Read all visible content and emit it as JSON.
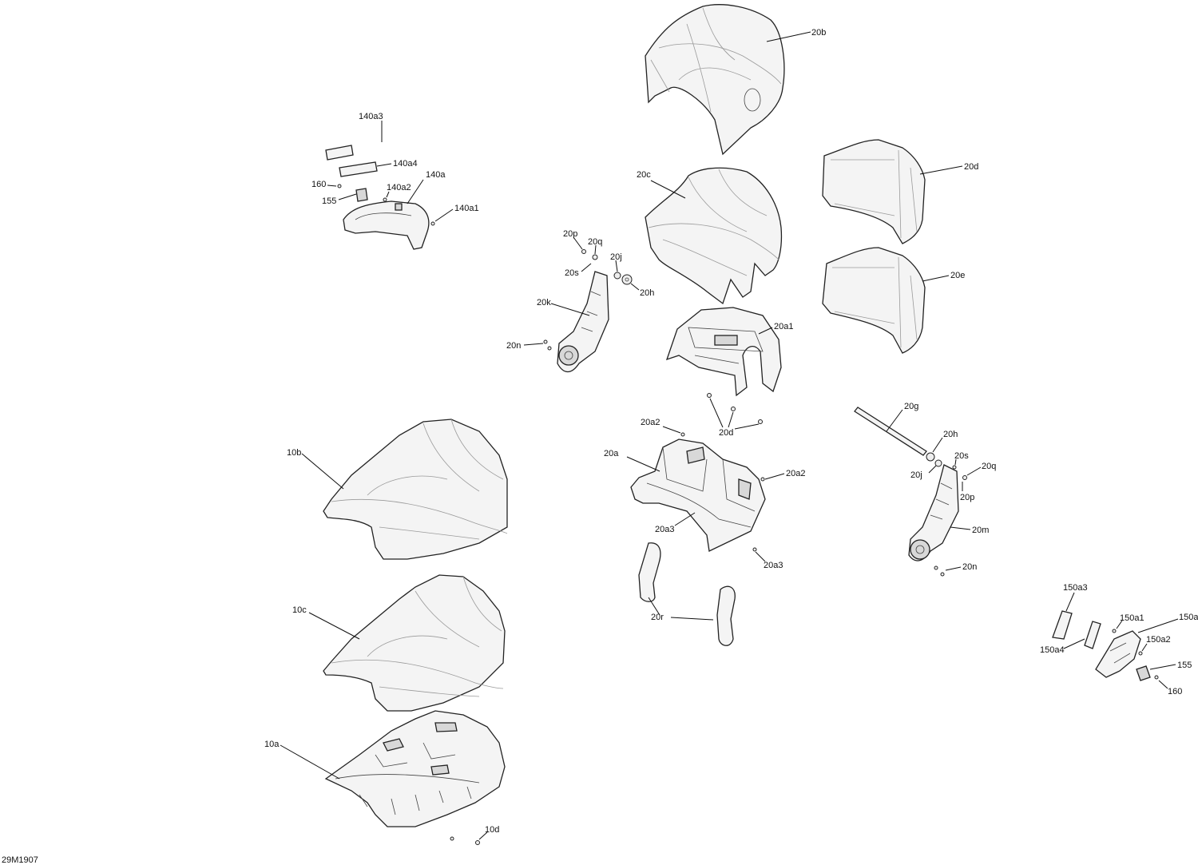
{
  "diagram_code": "29M1907",
  "callouts": {
    "c20b": "20b",
    "c20c": "20c",
    "c20d_top": "20d",
    "c20e": "20e",
    "c20a1": "20a1",
    "c20d_mid": "20d",
    "c20a2_a": "20a2",
    "c20a2_b": "20a2",
    "c20a": "20a",
    "c20a3_a": "20a3",
    "c20a3_b": "20a3",
    "c20r": "20r",
    "c20p_l": "20p",
    "c20q_l": "20q",
    "c20s_l": "20s",
    "c20j_l": "20j",
    "c20h_l": "20h",
    "c20k": "20k",
    "c20n_l": "20n",
    "c20g": "20g",
    "c20h_r": "20h",
    "c20s_r": "20s",
    "c20q_r": "20q",
    "c20j_r": "20j",
    "c20p_r": "20p",
    "c20m": "20m",
    "c20n_r": "20n",
    "c140a3": "140a3",
    "c140a4": "140a4",
    "c140a": "140a",
    "c140a2": "140a2",
    "c140a1": "140a1",
    "c160_l": "160",
    "c155_l": "155",
    "c150a3": "150a3",
    "c150a1": "150a1",
    "c150a": "150a",
    "c150a4": "150a4",
    "c150a2": "150a2",
    "c155_r": "155",
    "c160_r": "160",
    "c10b": "10b",
    "c10c": "10c",
    "c10a": "10a",
    "c10d": "10d"
  }
}
